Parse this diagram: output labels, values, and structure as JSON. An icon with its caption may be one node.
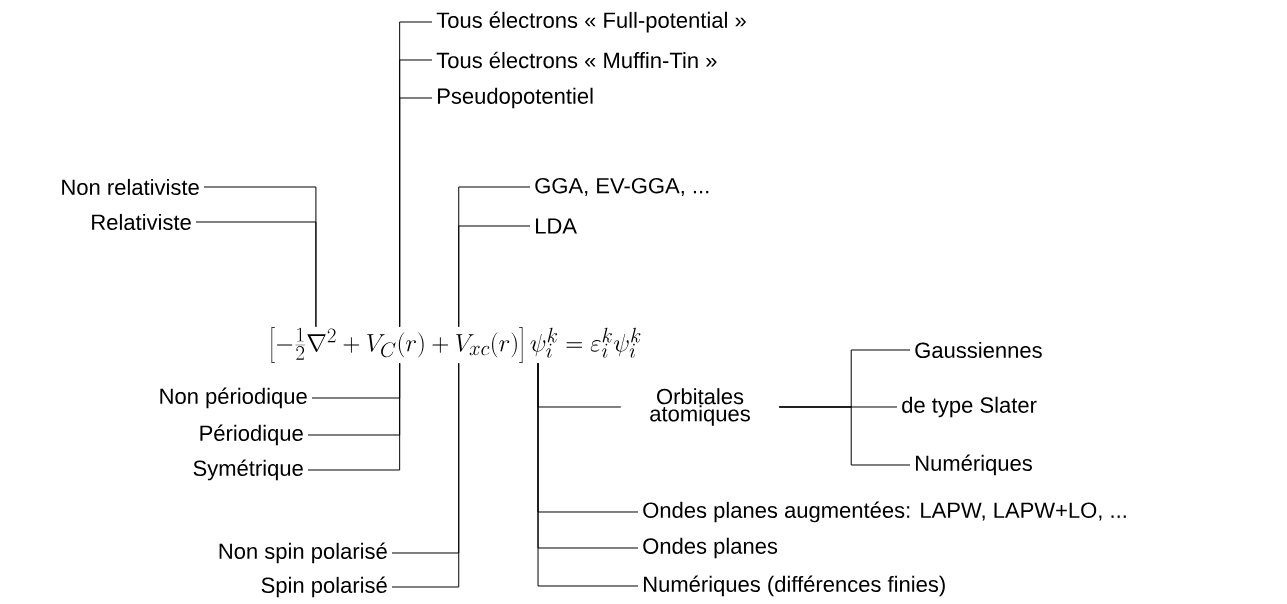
{
  "diagram": {
    "nodes": [
      {
        "text": [
          "Tous électrons « Full-potential »"
        ]
      },
      {
        "text": [
          "Tous électrons « Muffin-Tin »"
        ]
      },
      {
        "text": [
          "Pseudopotentiel"
        ]
      },
      {
        "text": [
          "Non relativiste"
        ]
      },
      {
        "text": [
          "Relativiste"
        ]
      },
      {
        "text": [
          "GGA, EV-GGA, ..."
        ]
      },
      {
        "text": [
          "LDA"
        ]
      },
      {
        "text": [
          "\\left[-\\frac{1}{2}\\nabla^2+V_C(r)+V_{xc}(r)\\right]\\psi_i^k=\\varepsilon_i^k\\psi_i^k"
        ]
      },
      {
        "text": [
          "Non périodique"
        ]
      },
      {
        "text": [
          "Périodique"
        ]
      },
      {
        "text": [
          "Symétrique"
        ]
      },
      {
        "text": [
          "Non spin polarisé"
        ]
      },
      {
        "text": [
          "Spin polarisé"
        ]
      },
      {
        "text": [
          "Orbitales atomiques"
        ]
      },
      {
        "text": [
          "Gaussiennes"
        ]
      },
      {
        "text": [
          "de type Slater"
        ]
      },
      {
        "text": [
          "Numériques"
        ]
      },
      {
        "text": [
          "Ondes planes augmentées: LAPW, LAPW+LO, ..."
        ]
      },
      {
        "text": [
          "Ondes planes"
        ]
      },
      {
        "text": [
          "Numériques (différences finies)"
        ]
      }
    ],
    "edges": [
      {
        "from": 0,
        "to": 7,
        "arrow": "none"
      },
      {
        "from": 1,
        "to": 7,
        "arrow": "none"
      },
      {
        "from": 2,
        "to": 7,
        "arrow": "none"
      },
      {
        "from": 3,
        "to": 7,
        "arrow": "none"
      },
      {
        "from": 4,
        "to": 7,
        "arrow": "none"
      },
      {
        "from": 5,
        "to": 7,
        "arrow": "none"
      },
      {
        "from": 6,
        "to": 7,
        "arrow": "none"
      },
      {
        "from": 8,
        "to": 7,
        "arrow": "none"
      },
      {
        "from": 9,
        "to": 7,
        "arrow": "none"
      },
      {
        "from": 10,
        "to": 7,
        "arrow": "none"
      },
      {
        "from": 11,
        "to": 7,
        "arrow": "none"
      },
      {
        "from": 12,
        "to": 7,
        "arrow": "none"
      },
      {
        "from": 7,
        "to": 13,
        "arrow": "none"
      },
      {
        "from": 7,
        "to": 17,
        "arrow": "none"
      },
      {
        "from": 7,
        "to": 18,
        "arrow": "none"
      },
      {
        "from": 7,
        "to": 19,
        "arrow": "none"
      },
      {
        "from": 13,
        "to": 14,
        "arrow": "none"
      },
      {
        "from": 13,
        "to": 15,
        "arrow": "none"
      },
      {
        "from": 13,
        "to": 16,
        "arrow": "none"
      }
    ]
  }
}
